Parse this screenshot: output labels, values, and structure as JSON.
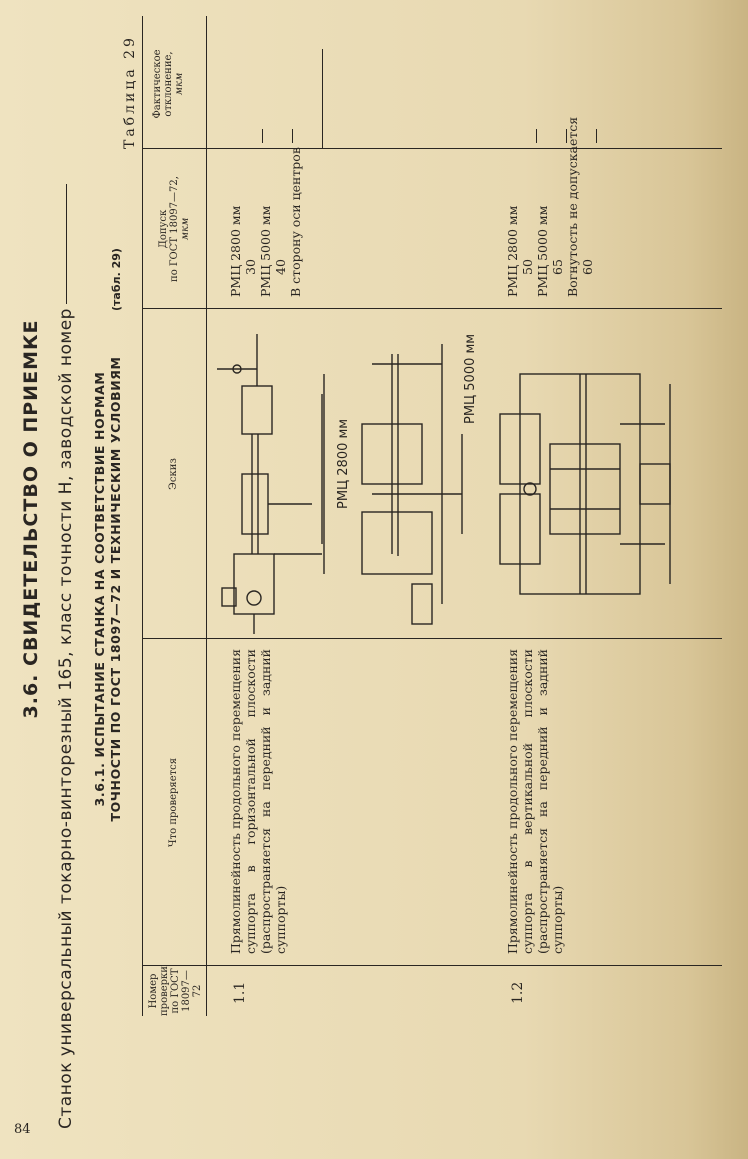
{
  "page_number": "84",
  "section_title": "3.6. СВИДЕТЕЛЬСТВО О ПРИЕМКЕ",
  "intro": "Станок универсальный токарно-винторезный 165, класс точности Н, заводской номер",
  "subsection": {
    "line1": "3.6.1. ИСПЫТАНИЕ СТАНКА НА СООТВЕТСТВИЕ НОРМАМ",
    "line2": "ТОЧНОСТИ ПО ГОСТ 18097—72 И ТЕХНИЧЕСКИМ УСЛОВИЯМ",
    "ref": "(табл. 29)"
  },
  "table_label": "Таблица 29",
  "columns": {
    "number": [
      "Номер",
      "проверки",
      "по ГОСТ",
      "18097—72"
    ],
    "what": "Что проверяется",
    "sketch": "Эскиз",
    "tolerance": [
      "Допуск",
      "по ГОСТ 18097—72,",
      "мкм"
    ],
    "actual": [
      "Фактическое",
      "отклонение,",
      "мкм"
    ]
  },
  "rows": [
    {
      "number": "1.1",
      "what": "Прямолинейность продольного перемещения суппорта в горизонтальной плоскости (распространяется на передний и задний суппорты)",
      "sketch_labels": [
        "РМЦ 2800 мм",
        "РМЦ 5000 мм"
      ],
      "tolerance": [
        "РМЦ 2800 мм",
        "30",
        "РМЦ 5000 мм",
        "40",
        "В сторону оси центров"
      ]
    },
    {
      "number": "1.2",
      "what": "Прямолинейность продольного перемещения суппорта в вертикальной плоскости (распространяется на передний и задний суппорты)",
      "tolerance": [
        "РМЦ 2800 мм",
        "50",
        "РМЦ 5000 мм",
        "65",
        "Вогнутость не допускается",
        "60"
      ]
    }
  ]
}
